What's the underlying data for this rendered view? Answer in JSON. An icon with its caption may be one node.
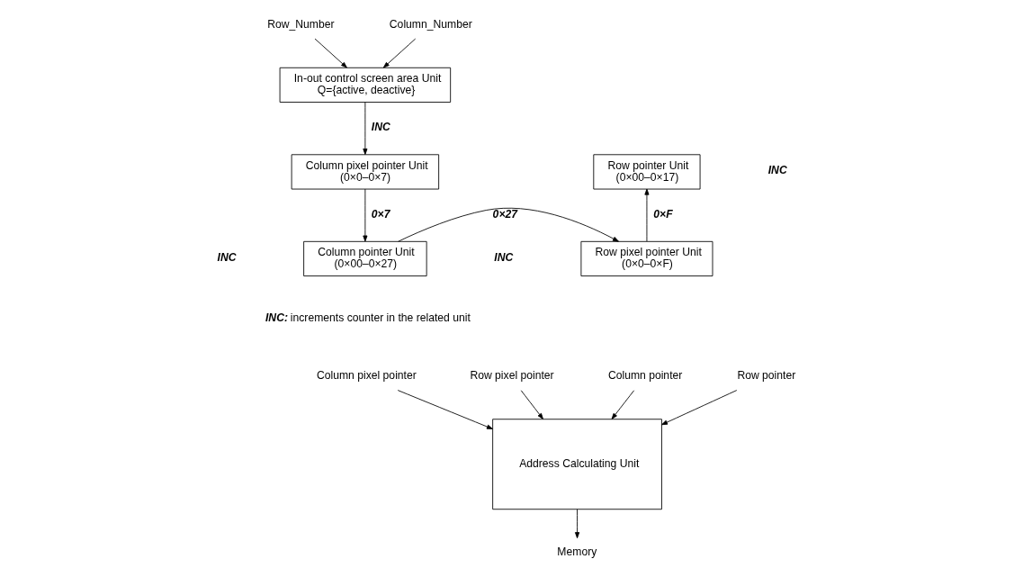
{
  "diagram": {
    "nodes": [
      {
        "text": [
          "Row_Number"
        ]
      },
      {
        "text": [
          "Column_Number"
        ]
      },
      {
        "text": [
          "In-out control screen area Unit",
          "Q={active, deactive}"
        ]
      },
      {
        "text": [
          "Column pixel pointer Unit",
          "(0×0–0×7)"
        ]
      },
      {
        "text": [
          "Row pointer Unit",
          "(0×00–0×17)"
        ]
      },
      {
        "text": [
          "Column pointer Unit",
          "(0×00–0×27)"
        ]
      },
      {
        "text": [
          "Row pixel pointer Unit",
          "(0×0–0×F)"
        ]
      },
      {
        "text": [
          "Column pixel pointer"
        ]
      },
      {
        "text": [
          "Row pixel pointer"
        ]
      },
      {
        "text": [
          "Column pointer"
        ]
      },
      {
        "text": [
          "Row pointer"
        ]
      },
      {
        "text": [
          "Address Calculating Unit"
        ]
      },
      {
        "text": [
          "Memory"
        ]
      }
    ],
    "edges": [
      {
        "from": 0,
        "to": 2,
        "arrow": "to"
      },
      {
        "from": 1,
        "to": 2,
        "arrow": "to"
      },
      {
        "from": 2,
        "to": 3,
        "arrow": "to",
        "label": "INC"
      },
      {
        "from": 3,
        "to": 5,
        "arrow": "to",
        "label": "0×7"
      },
      {
        "from": 5,
        "to": 6,
        "arrow": "to",
        "label": "0×27"
      },
      {
        "from": 6,
        "to": 4,
        "arrow": "to",
        "label": "0×F"
      },
      {
        "from": 7,
        "to": 11,
        "arrow": "to"
      },
      {
        "from": 8,
        "to": 11,
        "arrow": "to"
      },
      {
        "from": 9,
        "to": 11,
        "arrow": "to"
      },
      {
        "from": 10,
        "to": 11,
        "arrow": "to"
      },
      {
        "from": 11,
        "to": 12,
        "arrow": "to"
      }
    ],
    "labels": [
      "INC",
      "INC",
      "INC",
      "INC: increments counter in the related unit"
    ]
  }
}
